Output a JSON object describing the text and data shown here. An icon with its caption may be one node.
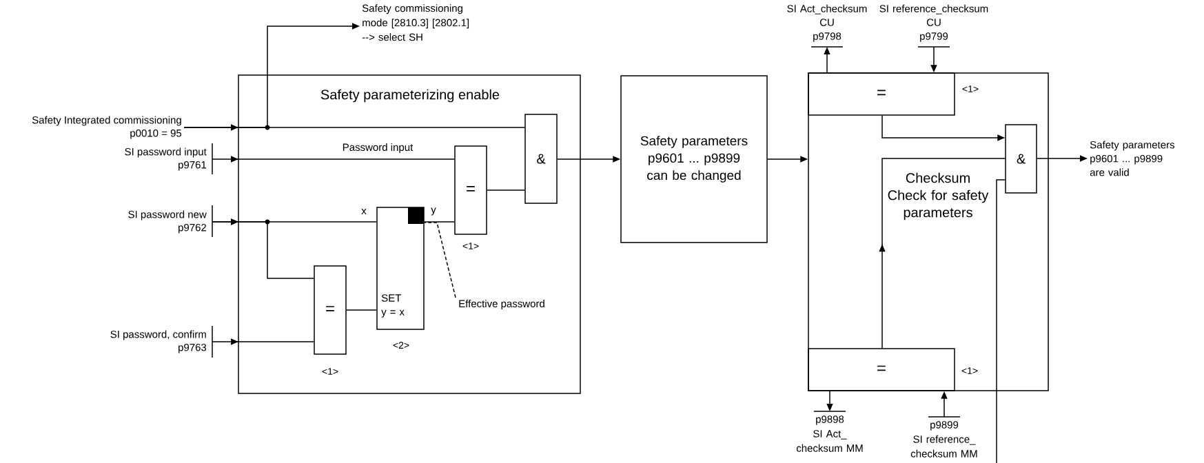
{
  "diagram": {
    "nodes": [
      {
        "text": [
          "Safety commissioning mode [2810.3] [2802.1] --> select SH"
        ]
      },
      {
        "text": [
          "Safety Integrated commissioning",
          "p0010 = 95"
        ]
      },
      {
        "text": [
          "SI password input",
          "p9761"
        ]
      },
      {
        "text": [
          "SI password new",
          "p9762"
        ]
      },
      {
        "text": [
          "SI password, confirm",
          "p9763"
        ]
      },
      {
        "text": [
          "Safety parameterizing enable"
        ]
      },
      {
        "text": [
          "&"
        ],
        "in": 5
      },
      {
        "text": [
          "="
        ],
        "in": 5,
        "beside": [
          "<1>"
        ]
      },
      {
        "text": [
          "SET y = x"
        ],
        "in": 5,
        "beside": [
          "<2>"
        ]
      },
      {
        "text": [
          "="
        ],
        "in": 5,
        "beside": [
          "<1>"
        ]
      },
      {
        "text": [
          "Effective password"
        ],
        "in": 5
      },
      {
        "text": [
          "Safety parameters p9601 ... p9899 can be changed"
        ]
      },
      {
        "text": [
          "Checksum Check for safety parameters"
        ]
      },
      {
        "text": [
          "="
        ],
        "in": 12,
        "beside": [
          "<1>"
        ]
      },
      {
        "text": [
          "&"
        ],
        "in": 12
      },
      {
        "text": [
          "="
        ],
        "in": 12,
        "beside": [
          "<1>"
        ]
      },
      {
        "text": [
          "Safety parameters p9601 ... p9899 are valid"
        ]
      },
      {
        "text": [
          "SI Act_checksum CU",
          "p9798"
        ]
      },
      {
        "text": [
          "SI reference_checksum CU",
          "p9799"
        ]
      },
      {
        "text": [
          "p9898",
          "SI Act_ checksum MM"
        ]
      },
      {
        "text": [
          "p9899",
          "SI reference_ checksum MM"
        ]
      }
    ],
    "edges": [
      {
        "from": 1,
        "to": 6,
        "arrow": "to"
      },
      {
        "from": 1,
        "to": 0,
        "arrow": "to"
      },
      {
        "from": 2,
        "to": 7,
        "arrow": "to",
        "label": "Password input"
      },
      {
        "from": 3,
        "to": 8,
        "arrow": "to"
      },
      {
        "from": 3,
        "to": 9,
        "arrow": "to"
      },
      {
        "from": 4,
        "to": 9,
        "arrow": "to"
      },
      {
        "from": 9,
        "to": 8,
        "arrow": "none"
      },
      {
        "from": 8,
        "to": 7,
        "arrow": "none"
      },
      {
        "from": 7,
        "to": 6,
        "arrow": "none"
      },
      {
        "from": 6,
        "to": 11,
        "arrow": "to"
      },
      {
        "from": 10,
        "to": 8,
        "arrow": "none",
        "style": "dashed"
      },
      {
        "from": 11,
        "to": 12,
        "arrow": "to"
      },
      {
        "from": 13,
        "to": 17,
        "arrow": "to"
      },
      {
        "from": 18,
        "to": 13,
        "arrow": "to"
      },
      {
        "from": 13,
        "to": 14,
        "arrow": "to"
      },
      {
        "from": 15,
        "to": 14,
        "arrow": "to"
      },
      {
        "from": null,
        "to": 14,
        "arrow": "none"
      },
      {
        "from": 14,
        "to": 16,
        "arrow": "to"
      },
      {
        "from": 15,
        "to": 19,
        "arrow": "to"
      },
      {
        "from": 20,
        "to": 15,
        "arrow": "to"
      }
    ],
    "labels": [
      "x",
      "y"
    ]
  }
}
